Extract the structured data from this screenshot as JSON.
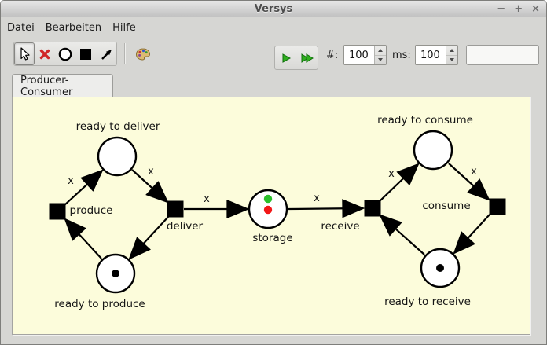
{
  "window": {
    "title": "Versys",
    "minimize_glyph": "−",
    "maximize_glyph": "+",
    "close_glyph": "×"
  },
  "menubar": {
    "items": [
      {
        "label": "Datei"
      },
      {
        "label": "Bearbeiten"
      },
      {
        "label": "Hilfe"
      }
    ]
  },
  "toolbar": {
    "tools": [
      {
        "name": "pointer",
        "selected": true
      },
      {
        "name": "delete",
        "selected": false
      },
      {
        "name": "place",
        "selected": false
      },
      {
        "name": "transition",
        "selected": false
      },
      {
        "name": "arc",
        "selected": false
      },
      {
        "name": "palette",
        "selected": false
      }
    ],
    "icons": [
      "pointer-icon",
      "delete-x-icon",
      "place-circle-icon",
      "transition-square-icon",
      "arc-arrow-icon",
      "palette-icon",
      "play-icon",
      "fast-forward-icon",
      "spin-up-icon",
      "spin-down-icon",
      "minimize-icon",
      "maximize-icon",
      "close-icon"
    ]
  },
  "simulation": {
    "steps_label": "#:",
    "steps_value": "100",
    "interval_label": "ms:",
    "interval_value": "100",
    "status_value": ""
  },
  "tabs": [
    {
      "label": "Producer-Consumer",
      "active": true
    }
  ],
  "petri_net": {
    "places": [
      {
        "id": "ready_to_deliver",
        "label": "ready to deliver",
        "tokens": 0
      },
      {
        "id": "ready_to_produce",
        "label": "ready to produce",
        "tokens": 1
      },
      {
        "id": "storage",
        "label": "storage",
        "tokens": 2,
        "token_colors": [
          "#2bc02b",
          "#f21717"
        ]
      },
      {
        "id": "ready_to_consume",
        "label": "ready to consume",
        "tokens": 0
      },
      {
        "id": "ready_to_receive",
        "label": "ready to receive",
        "tokens": 1
      }
    ],
    "transitions": [
      {
        "id": "produce",
        "label": "produce"
      },
      {
        "id": "deliver",
        "label": "deliver"
      },
      {
        "id": "receive",
        "label": "receive"
      },
      {
        "id": "consume",
        "label": "consume"
      }
    ],
    "arcs": [
      {
        "from": "produce",
        "to": "ready_to_deliver",
        "label": "x"
      },
      {
        "from": "ready_to_deliver",
        "to": "deliver",
        "label": "x"
      },
      {
        "from": "deliver",
        "to": "ready_to_produce",
        "label": ""
      },
      {
        "from": "ready_to_produce",
        "to": "produce",
        "label": ""
      },
      {
        "from": "deliver",
        "to": "storage",
        "label": "x"
      },
      {
        "from": "storage",
        "to": "receive",
        "label": "x"
      },
      {
        "from": "receive",
        "to": "ready_to_consume",
        "label": "x"
      },
      {
        "from": "ready_to_consume",
        "to": "consume",
        "label": "x"
      },
      {
        "from": "consume",
        "to": "ready_to_receive",
        "label": ""
      },
      {
        "from": "ready_to_receive",
        "to": "receive",
        "label": ""
      }
    ]
  },
  "colors": {
    "canvas_bg": "#fcfcdb",
    "token_green": "#2bc02b",
    "token_red": "#f21717",
    "play_green": "#2fae1e",
    "delete_red": "#d02626"
  }
}
